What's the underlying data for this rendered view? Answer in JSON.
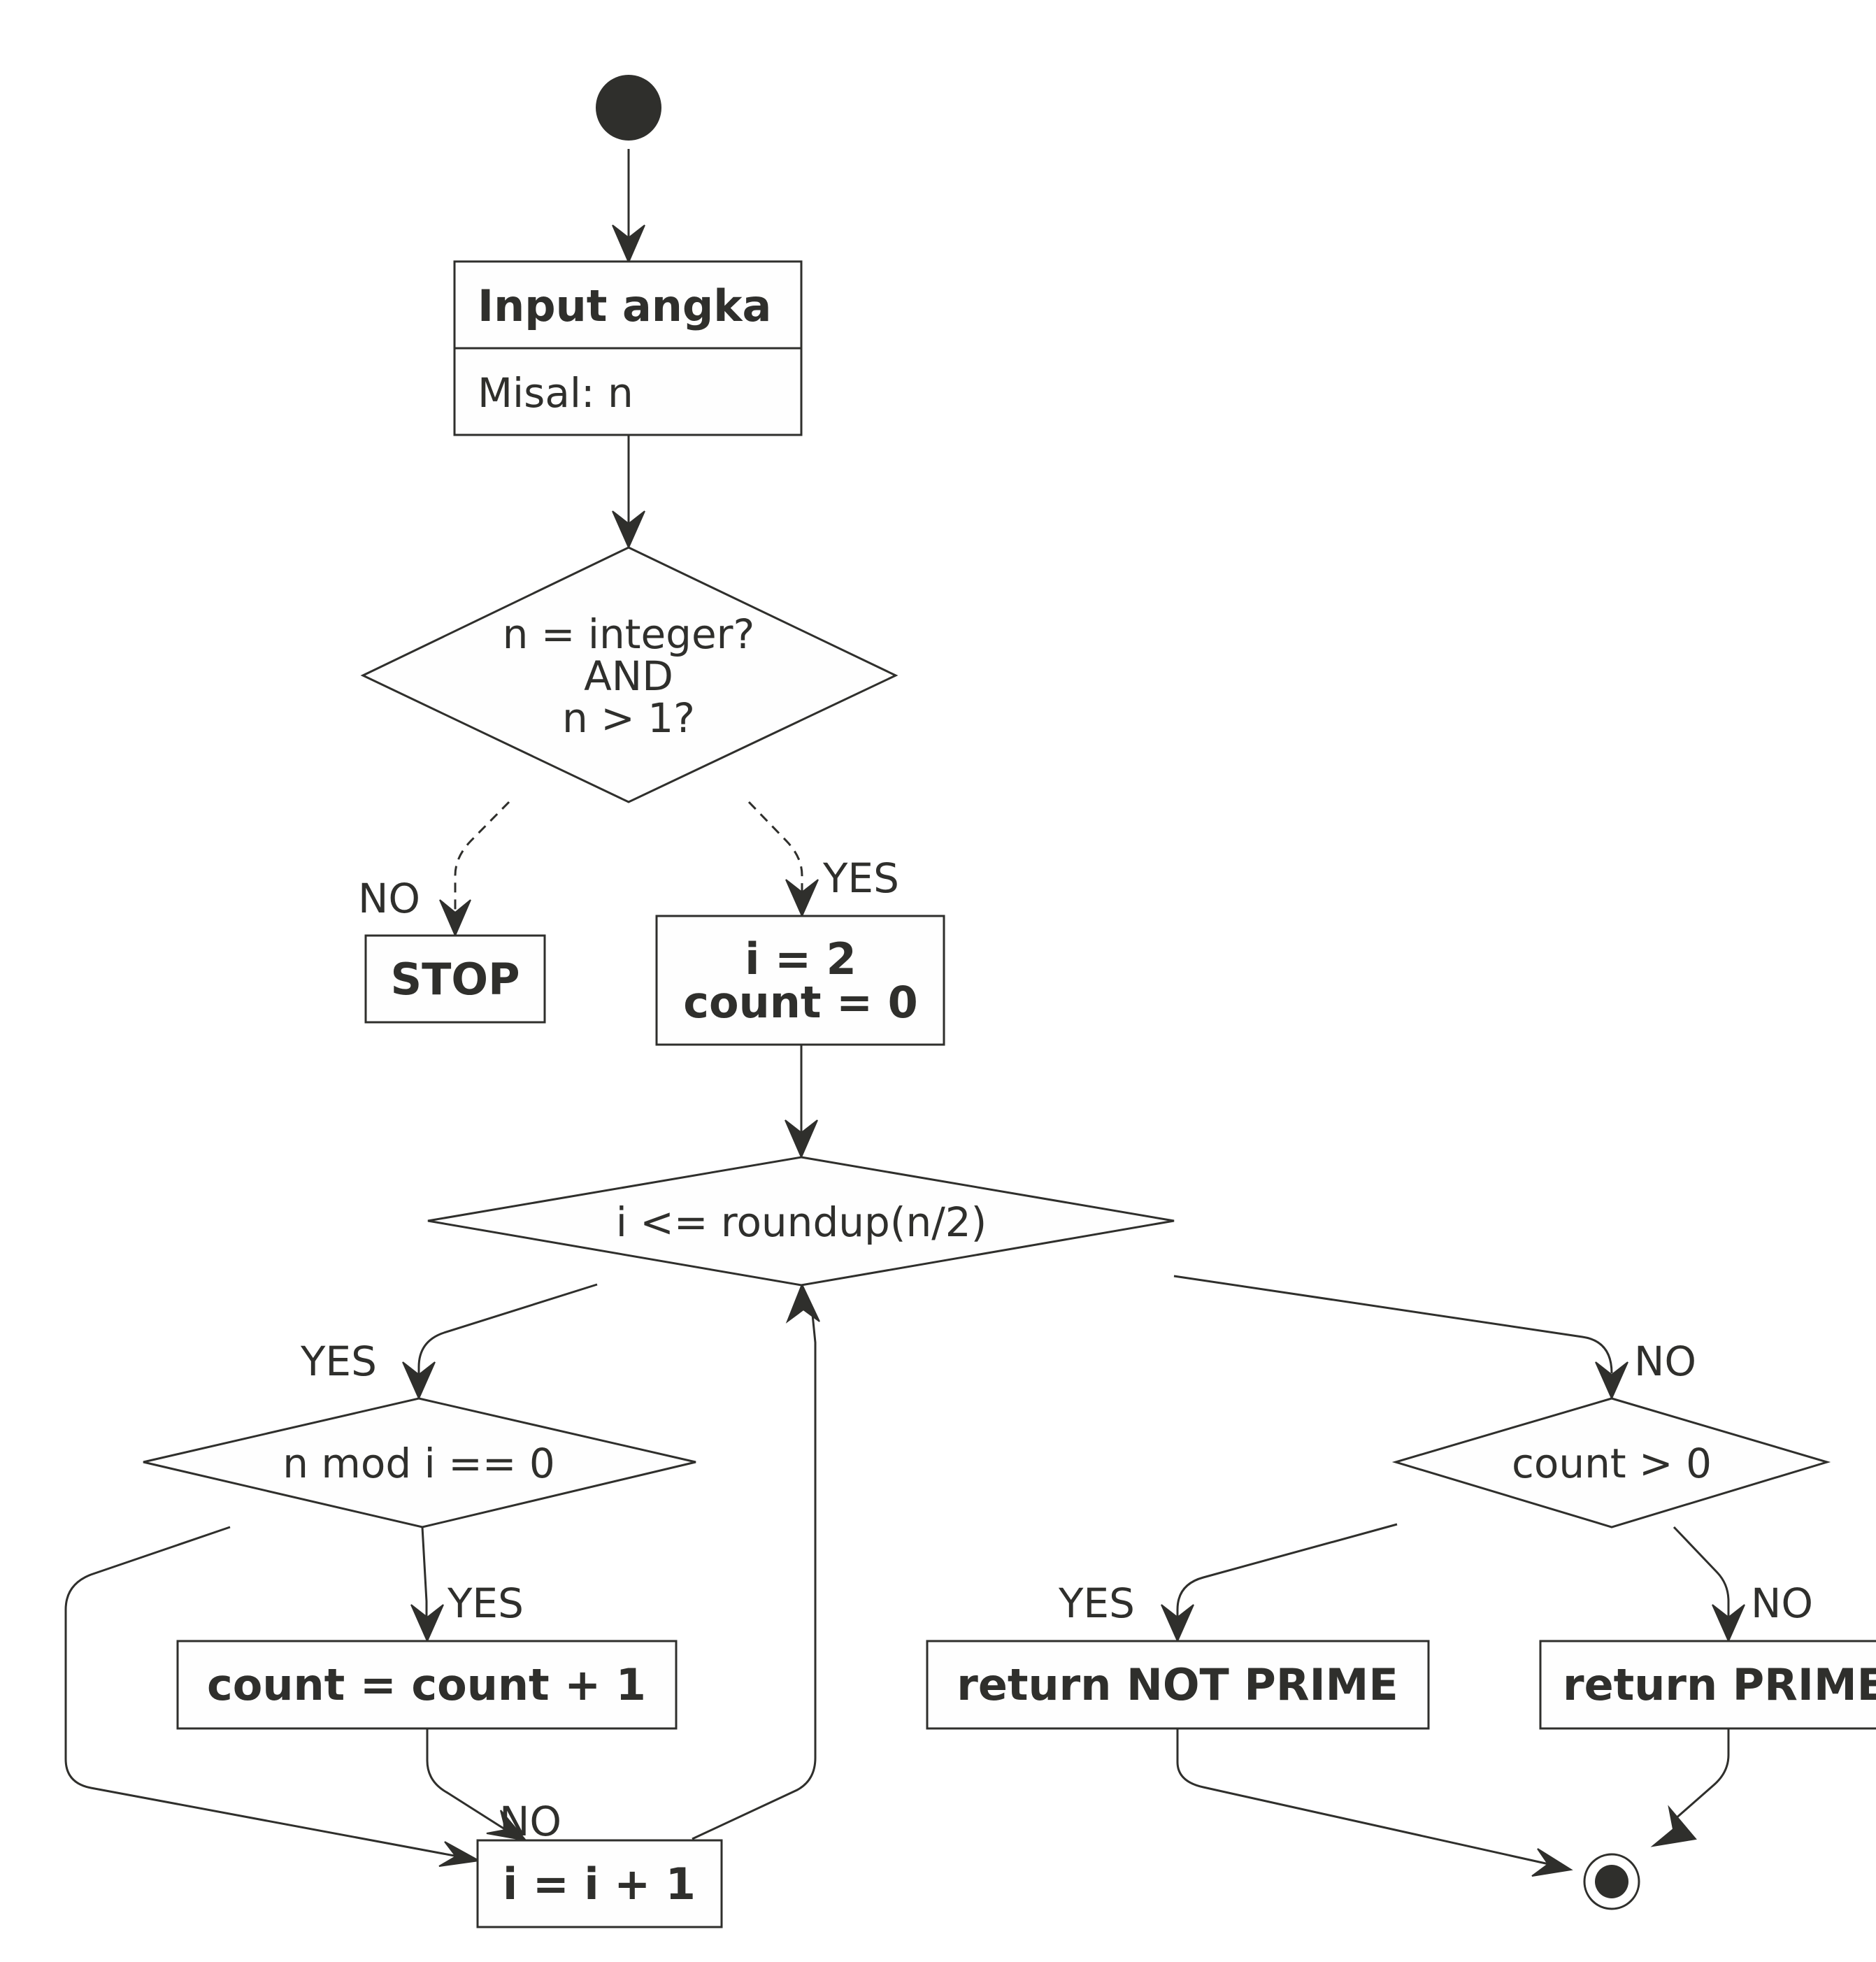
{
  "colors": {
    "stroke": "#2f2f2c",
    "fill": "#fefefe",
    "background": "#ffffff"
  },
  "nodes": {
    "input": {
      "title": "Input angka",
      "detail": "Misal: n"
    },
    "check_valid": {
      "line1": "n = integer?",
      "line2": "AND",
      "line3": "n > 1?"
    },
    "stop": {
      "label": "STOP"
    },
    "init": {
      "line1": "i = 2",
      "line2": "count = 0"
    },
    "loop_cond": {
      "label": "i <= roundup(n/2)"
    },
    "mod_check": {
      "label": "n mod i == 0"
    },
    "count_inc": {
      "label": "count = count + 1"
    },
    "i_inc": {
      "label": "i = i + 1"
    },
    "count_check": {
      "label": "count > 0"
    },
    "not_prime": {
      "label": "return NOT PRIME"
    },
    "prime": {
      "label": "return PRIME"
    }
  },
  "edge_labels": {
    "valid_no": "NO",
    "valid_yes": "YES",
    "loop_yes": "YES",
    "loop_no": "NO",
    "mod_yes": "YES",
    "mod_no": "NO",
    "count_yes": "YES",
    "count_no": "NO"
  }
}
